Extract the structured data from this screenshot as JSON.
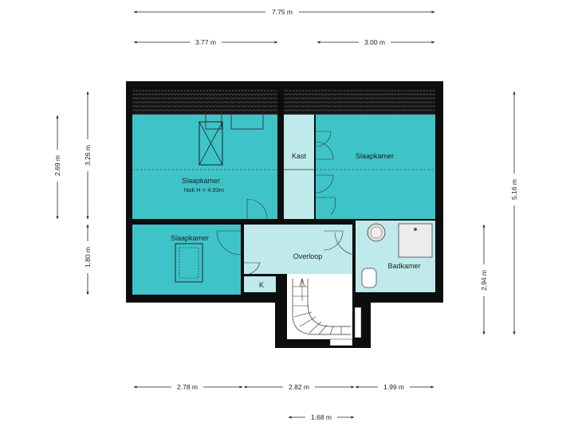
{
  "dimensions": {
    "top_total": "7.75 m",
    "top_left": "3.77 m",
    "top_right": "3.00 m",
    "left_outer": "2.69 m",
    "left_inner_upper": "3.26 m",
    "left_inner_lower": "1.80 m",
    "right_outer": "5.16 m",
    "right_inner": "2.94 m",
    "bottom_left": "2.78 m",
    "bottom_middle": "2.82 m",
    "bottom_right": "1.99 m",
    "bottom_stair": "1.68 m"
  },
  "rooms": {
    "main_bedroom": {
      "label": "Slaapkamer",
      "sub_label": "Nok H = 4.93m"
    },
    "right_bedroom": {
      "label": "Slaapkamer"
    },
    "small_bedroom": {
      "label": "Slaapkamer"
    },
    "closet": {
      "label": "Kast"
    },
    "landing": {
      "label": "Overloop"
    },
    "cupboard": {
      "label": "K"
    },
    "bathroom": {
      "label": "Badkamer"
    }
  },
  "colors": {
    "room_fill": "#3ec4c8",
    "light_fill": "#bfe9ea",
    "wall": "#0d0d0d"
  }
}
